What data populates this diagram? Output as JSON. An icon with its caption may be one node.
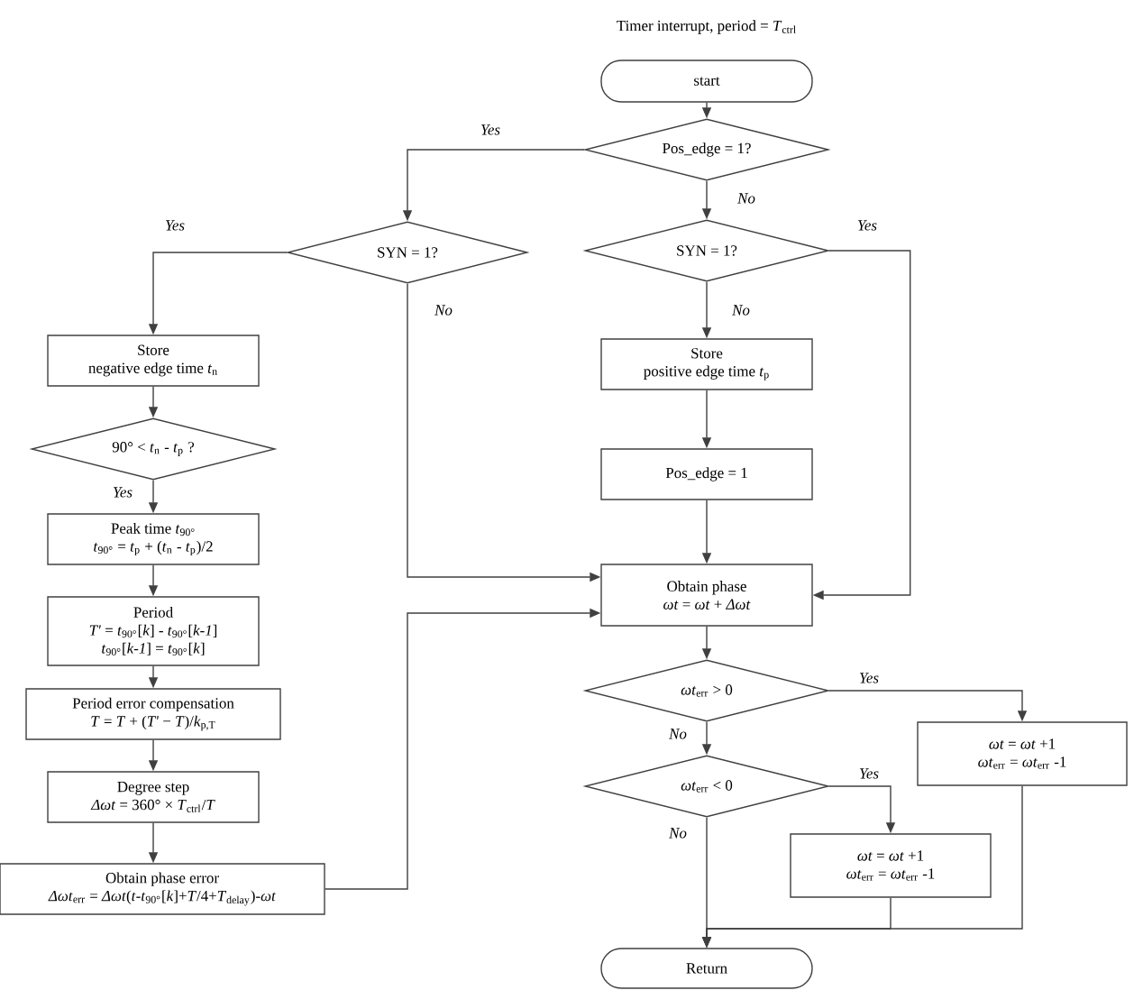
{
  "diagram": {
    "title": "Timer interrupt, period = *T*$_{ctrl}$",
    "nodes": [
      {
        "text": [
          "start"
        ]
      },
      {
        "text": [
          "Pos_edge = 1?"
        ]
      },
      {
        "text": [
          "SYN = 1?"
        ]
      },
      {
        "text": [
          "SYN = 1?"
        ]
      },
      {
        "text": [
          "Store",
          "positive edge time *t*$_{p}$"
        ]
      },
      {
        "text": [
          "Pos_edge = 1"
        ]
      },
      {
        "text": [
          "Store",
          "negative edge time *t*$_{n}$"
        ]
      },
      {
        "text": [
          "90° < *t*$_{n}$ - *t*$_{p}$ ?"
        ]
      },
      {
        "text": [
          "Peak time *t*$_{90°}$",
          "*t*$_{90°}$ = *t*$_{p}$ + (*t*$_{n}$ - *t*$_{p}$)/2"
        ]
      },
      {
        "text": [
          "Period",
          "*T'* = *t*$_{90°}$[*k*] - *t*$_{90°}$[*k-1*]",
          "*t*$_{90°}$[*k-1*] = *t*$_{90°}$[*k*]"
        ]
      },
      {
        "text": [
          "Period error compensation",
          "*T* = *T* + (*T'* − *T*)/*k*$_{p,T}$"
        ]
      },
      {
        "text": [
          "Degree step",
          "*Δωt* = 360° × *T*$_{ctrl}$/*T*"
        ]
      },
      {
        "text": [
          "Obtain phase error",
          "*Δωt*$_{err}$ = *Δωt*(*t*-*t*$_{90°}$[*k*]+*T*/4+*T*$_{delay}$)-*ωt*"
        ]
      },
      {
        "text": [
          "Obtain phase",
          "*ωt* = *ωt* + *Δωt*"
        ]
      },
      {
        "text": [
          "*ωt*$_{err}$ > 0"
        ]
      },
      {
        "text": [
          "*ωt*$_{err}$ < 0"
        ]
      },
      {
        "text": [
          "*ωt* = *ωt* +1",
          "*ωt*$_{err}$ = *ωt*$_{err}$ -1"
        ]
      },
      {
        "text": [
          "*ωt* = *ωt* +1",
          "*ωt*$_{err}$ = *ωt*$_{err}$ -1"
        ]
      },
      {
        "text": [
          "Return"
        ]
      }
    ],
    "edges": [
      {
        "from": 0,
        "to": 1,
        "arrow": "to"
      },
      {
        "from": 1,
        "to": 3,
        "arrow": "to",
        "label": "Yes"
      },
      {
        "from": 1,
        "to": 2,
        "arrow": "to",
        "label": "No"
      },
      {
        "from": 2,
        "to": 13,
        "arrow": "to",
        "label": "Yes"
      },
      {
        "from": 2,
        "to": 4,
        "arrow": "to",
        "label": "No"
      },
      {
        "from": 3,
        "to": 6,
        "arrow": "to",
        "label": "Yes"
      },
      {
        "from": 3,
        "to": 13,
        "arrow": "to",
        "label": "No"
      },
      {
        "from": 4,
        "to": 5,
        "arrow": "to"
      },
      {
        "from": 5,
        "to": 13,
        "arrow": "to"
      },
      {
        "from": 6,
        "to": 7,
        "arrow": "to"
      },
      {
        "from": 7,
        "to": 8,
        "arrow": "to",
        "label": "Yes"
      },
      {
        "from": 8,
        "to": 9,
        "arrow": "to"
      },
      {
        "from": 9,
        "to": 10,
        "arrow": "to"
      },
      {
        "from": 10,
        "to": 11,
        "arrow": "to"
      },
      {
        "from": 11,
        "to": 12,
        "arrow": "to"
      },
      {
        "from": 12,
        "to": 13,
        "arrow": "to"
      },
      {
        "from": 13,
        "to": 14,
        "arrow": "to"
      },
      {
        "from": 14,
        "to": 16,
        "arrow": "to",
        "label": "Yes"
      },
      {
        "from": 14,
        "to": 15,
        "arrow": "to",
        "label": "No"
      },
      {
        "from": 15,
        "to": 17,
        "arrow": "to",
        "label": "Yes"
      },
      {
        "from": 15,
        "to": 18,
        "arrow": "to",
        "label": "No"
      },
      {
        "from": 16,
        "to": 18,
        "arrow": "to"
      },
      {
        "from": 17,
        "to": 18,
        "arrow": "to"
      }
    ]
  }
}
